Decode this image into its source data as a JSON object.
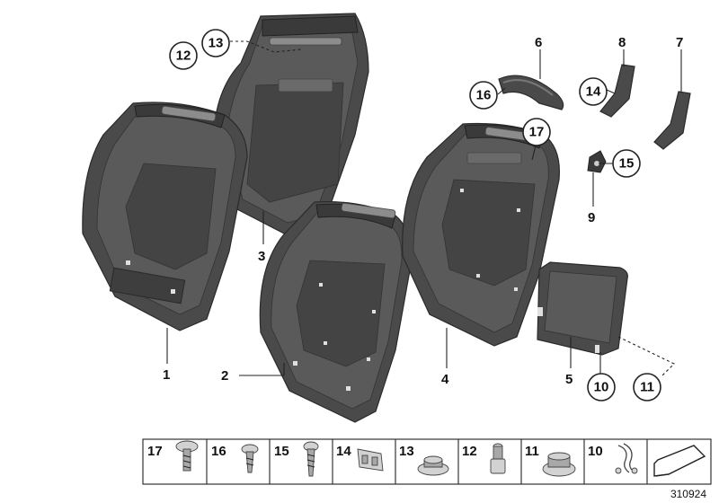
{
  "callouts": {
    "c1": "1",
    "c2": "2",
    "c3": "3",
    "c4": "4",
    "c5": "5",
    "c6": "6",
    "c7": "7",
    "c8": "8",
    "c9": "9",
    "c10": "10",
    "c11": "11",
    "c12": "12",
    "c13": "13",
    "c14": "14",
    "c15": "15",
    "c16": "16",
    "c17": "17"
  },
  "parts_strip": {
    "cells": [
      {
        "label": "17",
        "icon": "screw-washer-head-icon"
      },
      {
        "label": "16",
        "icon": "pan-head-screw-icon"
      },
      {
        "label": "15",
        "icon": "self-tapping-screw-icon"
      },
      {
        "label": "14",
        "icon": "spring-clip-icon"
      },
      {
        "label": "13",
        "icon": "flange-nut-icon"
      },
      {
        "label": "12",
        "icon": "threaded-stud-icon"
      },
      {
        "label": "11",
        "icon": "hex-nut-washer-icon"
      },
      {
        "label": "10",
        "icon": "wire-spring-clip-icon"
      }
    ],
    "last_cell_icon": "corner-arrow-icon"
  },
  "reference_number": "310924",
  "colors": {
    "shell": "#4a4a4a",
    "outline": "#222222",
    "background": "#ffffff"
  }
}
